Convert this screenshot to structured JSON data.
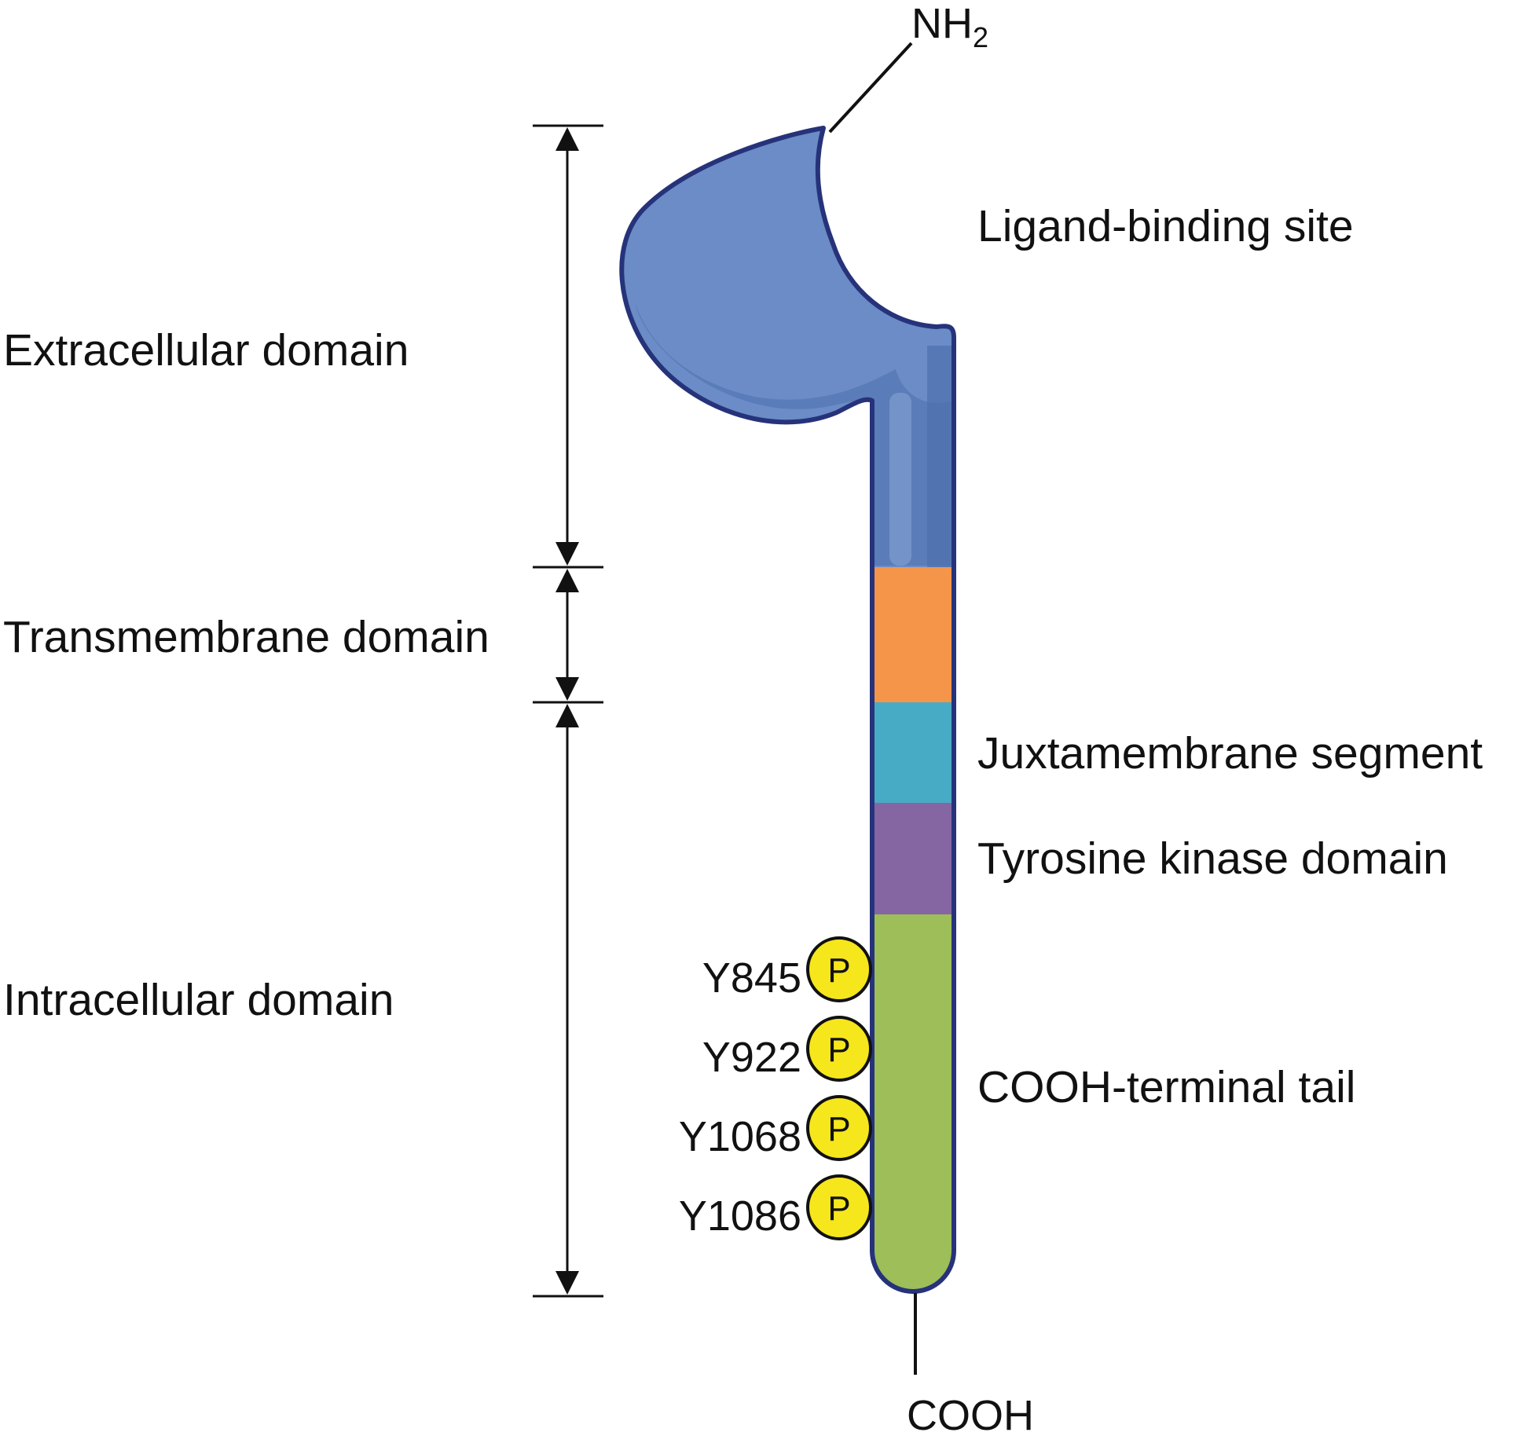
{
  "terminals": {
    "n_terminus": "NH",
    "n_terminus_subscript": "2",
    "c_terminus": "COOH"
  },
  "domain_brackets": {
    "extracellular": "Extracellular domain",
    "transmembrane": "Transmembrane domain",
    "intracellular": "Intracellular domain"
  },
  "region_labels": {
    "ligand_binding": "Ligand-binding site",
    "juxtamembrane": "Juxtamembrane segment",
    "kinase": "Tyrosine kinase domain",
    "tail": "COOH-terminal tail"
  },
  "phosphosites": [
    {
      "residue": "Y845",
      "symbol": "P"
    },
    {
      "residue": "Y922",
      "symbol": "P"
    },
    {
      "residue": "Y1068",
      "symbol": "P"
    },
    {
      "residue": "Y1086",
      "symbol": "P"
    }
  ],
  "colors": {
    "receptor_blue": "#6b8cc6",
    "receptor_shadow": "#4d70ae",
    "outline": "#26337a",
    "transmembrane": "#f4954a",
    "juxtamembrane": "#48abc6",
    "kinase": "#8566a3",
    "tail": "#9dbe58",
    "phospho_fill": "#f6e61c"
  }
}
